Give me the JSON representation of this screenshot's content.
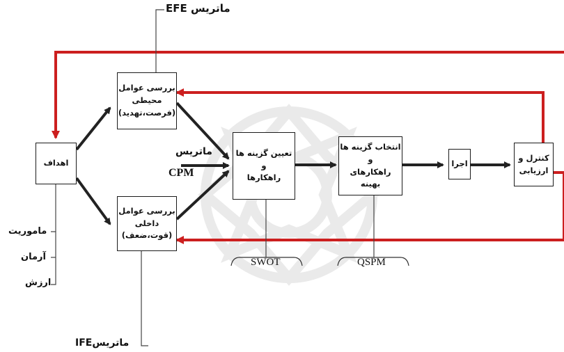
{
  "matrices": {
    "efe": "ماتریس EFE",
    "cpm_line1": "ماتریس",
    "cpm_line2": "CPM",
    "ife": "ماتریسIFE"
  },
  "boxes": {
    "goals": {
      "label": "اهداف"
    },
    "env": {
      "line1": "بررسی عوامل",
      "line2": "محیطی",
      "line3": "(فرصت،تهدید)"
    },
    "internal": {
      "line1": "بررسی عوامل",
      "line2": "داخلی",
      "line3": "(قوت،ضعف)"
    },
    "determine": {
      "line1": "تعیین گزینه ها",
      "line2": "و",
      "line3": "راهکارها"
    },
    "select": {
      "line1": "انتخاب گزینه ها",
      "line2": "و",
      "line3": "راهکارهای بهینه"
    },
    "execute": {
      "label": "اجرا"
    },
    "control": {
      "line1": "کنترل و",
      "line2": "ارزیابی"
    }
  },
  "tools": {
    "swot": "SWOT",
    "qspm": "QSPM"
  },
  "values_list": [
    "ماموریت",
    "آرمان",
    "ارزش"
  ],
  "colors": {
    "feedback_red": "#cc1f1f",
    "arrow_dark": "#222222",
    "watermark": "#e6e6e6"
  }
}
